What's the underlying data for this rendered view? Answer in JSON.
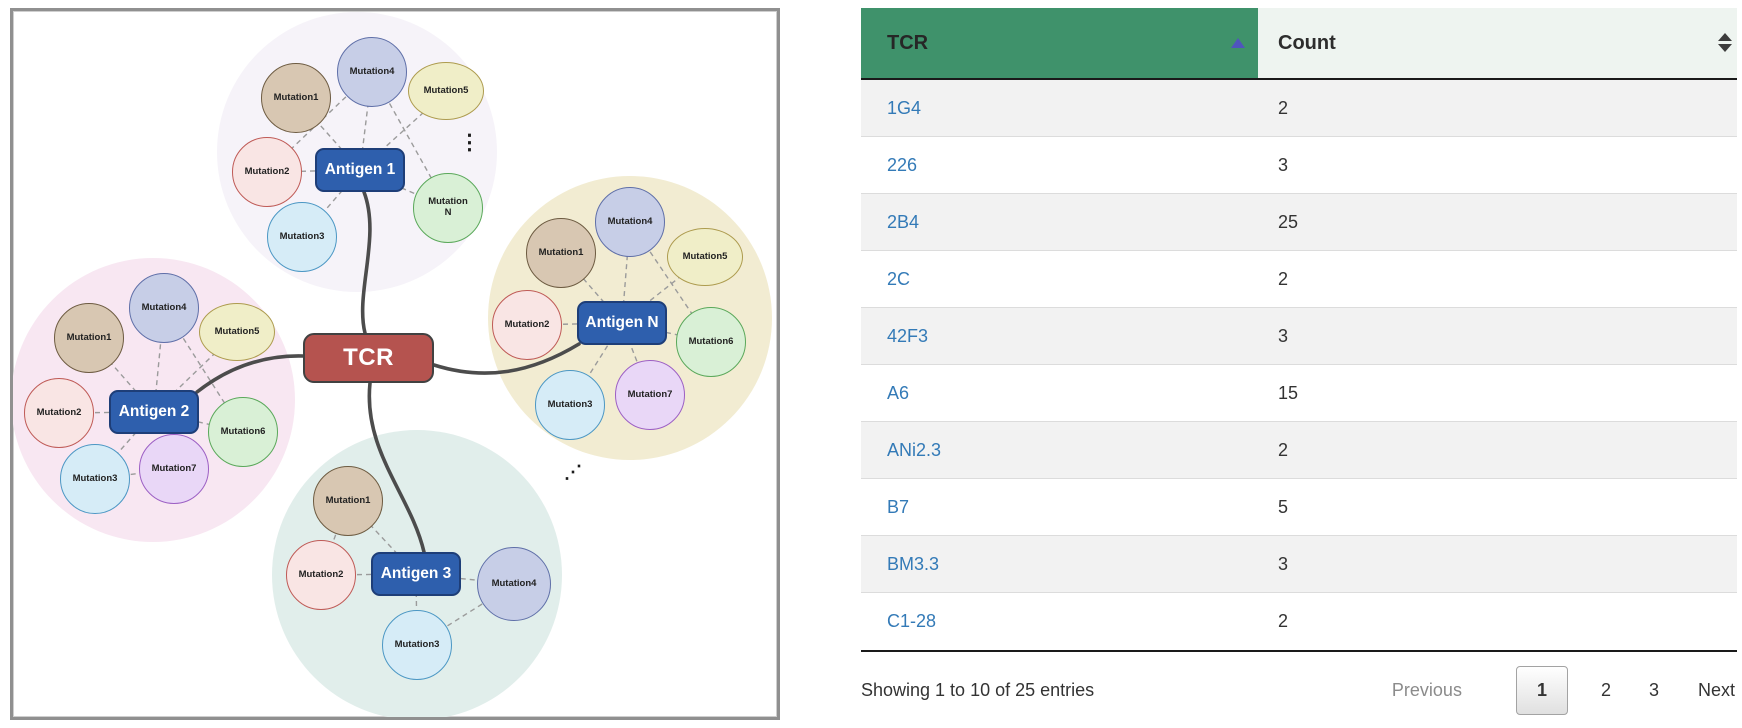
{
  "diagram": {
    "tcr_label": "TCR",
    "ellipsis_vertical": "⋮",
    "ellipsis_diagonal": "⋰",
    "clusters": [
      {
        "antigen_label": "Antigen 1",
        "mutations": [
          "Mutation1",
          "Mutation2",
          "Mutation3",
          "Mutation4",
          "Mutation5",
          "Mutation N"
        ]
      },
      {
        "antigen_label": "Antigen N",
        "mutations": [
          "Mutation1",
          "Mutation2",
          "Mutation3",
          "Mutation4",
          "Mutation5",
          "Mutation6",
          "Mutation7"
        ]
      },
      {
        "antigen_label": "Antigen 2",
        "mutations": [
          "Mutation1",
          "Mutation2",
          "Mutation3",
          "Mutation4",
          "Mutation5",
          "Mutation6",
          "Mutation7"
        ]
      },
      {
        "antigen_label": "Antigen 3",
        "mutations": [
          "Mutation1",
          "Mutation2",
          "Mutation3",
          "Mutation4"
        ]
      }
    ],
    "colors": {
      "tcr_node_red": "#b5534f",
      "antigen_node_blue": "#2e5fad",
      "mutation1_tan": "#d8c7b2",
      "mutation2_pink": "#f9e5e4",
      "mutation3_light_blue": "#d6ecf7",
      "mutation4_periwinkle": "#c7cee7",
      "mutation5_pale_yellow": "#f0eec8",
      "mutation6_pale_green": "#d9f0d6",
      "mutation7_pale_violet": "#e9d7f7",
      "cluster_top_lavender": "#f6f3f9",
      "cluster_right_cream": "#f2ecd2",
      "cluster_left_pink": "#f8e7f2",
      "cluster_bottom_mint": "#e1eeeb"
    }
  },
  "table": {
    "header": {
      "tcr": "TCR",
      "count": "Count"
    },
    "rows": [
      {
        "tcr": "1G4",
        "count": "2"
      },
      {
        "tcr": "226",
        "count": "3"
      },
      {
        "tcr": "2B4",
        "count": "25"
      },
      {
        "tcr": "2C",
        "count": "2"
      },
      {
        "tcr": "42F3",
        "count": "3"
      },
      {
        "tcr": "A6",
        "count": "15"
      },
      {
        "tcr": "ANi2.3",
        "count": "2"
      },
      {
        "tcr": "B7",
        "count": "5"
      },
      {
        "tcr": "BM3.3",
        "count": "3"
      },
      {
        "tcr": "C1-28",
        "count": "2"
      }
    ],
    "info": "Showing 1 to 10 of 25 entries",
    "pagination": {
      "previous_label": "Previous",
      "page_1": "1",
      "page_2": "2",
      "page_3": "3",
      "next_label": "Next",
      "current_page": "1"
    },
    "colors": {
      "header_green": "#3f926b",
      "link_blue": "#337ab7"
    }
  }
}
